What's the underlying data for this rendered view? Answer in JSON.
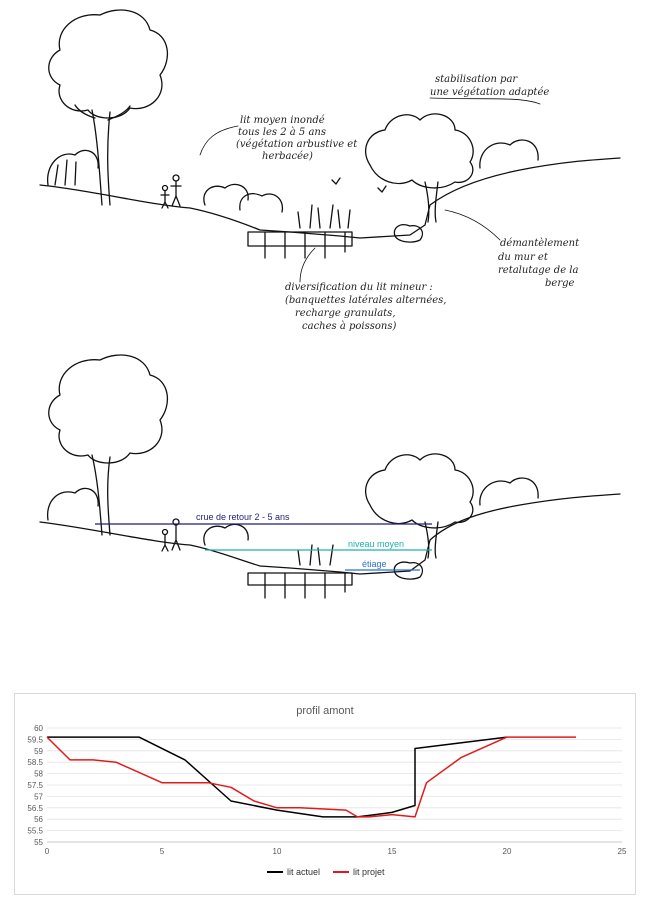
{
  "sketch_top": {
    "annotation_lit_moyen": [
      "lit moyen inondé",
      "tous les 2 à 5 ans",
      "(végétation arbustive et",
      "herbacée)"
    ],
    "annotation_stabilisation": [
      "stabilisation par",
      "une végétation adaptée"
    ],
    "annotation_demantelement": [
      "démantèlement",
      "du mur et",
      "retalutage de la",
      "berge"
    ],
    "annotation_diversification": [
      "diversification du lit mineur :",
      "(banquettes latérales alternées,",
      "recharge granulats,",
      "caches à poissons)"
    ]
  },
  "sketch_bottom": {
    "levels": [
      {
        "label": "crue de retour 2 - 5 ans",
        "color": "#1f1f7a"
      },
      {
        "label": "niveau moyen",
        "color": "#20b2aa"
      },
      {
        "label": "étiage",
        "color": "#2e6fd1"
      }
    ]
  },
  "chart_data": {
    "type": "line",
    "title": "profil amont",
    "xlim": [
      0,
      25
    ],
    "ylim": [
      55,
      60
    ],
    "x_ticks": [
      0,
      5,
      10,
      15,
      20,
      25
    ],
    "y_ticks": [
      55,
      55.5,
      56,
      56.5,
      57,
      57.5,
      58,
      58.5,
      59,
      59.5,
      60
    ],
    "grid": "horizontal",
    "legend_position": "bottom",
    "series": [
      {
        "name": "lit actuel",
        "color": "#000000",
        "x": [
          0,
          4,
          6,
          8,
          10,
          12,
          13.5,
          15,
          16,
          16,
          20
        ],
        "y": [
          59.6,
          59.6,
          58.6,
          56.8,
          56.4,
          56.1,
          56.1,
          56.3,
          56.6,
          59.1,
          59.6
        ]
      },
      {
        "name": "lit projet",
        "color": "#e31a1c",
        "x": [
          0,
          1,
          2,
          3,
          5,
          7,
          8,
          9,
          10,
          11,
          13,
          13.5,
          14,
          15,
          16,
          16.5,
          18,
          20,
          23
        ],
        "y": [
          59.6,
          58.6,
          58.6,
          58.5,
          57.6,
          57.6,
          57.4,
          56.8,
          56.5,
          56.5,
          56.4,
          56.1,
          56.1,
          56.2,
          56.1,
          57.6,
          58.7,
          59.6,
          59.6
        ]
      }
    ]
  }
}
